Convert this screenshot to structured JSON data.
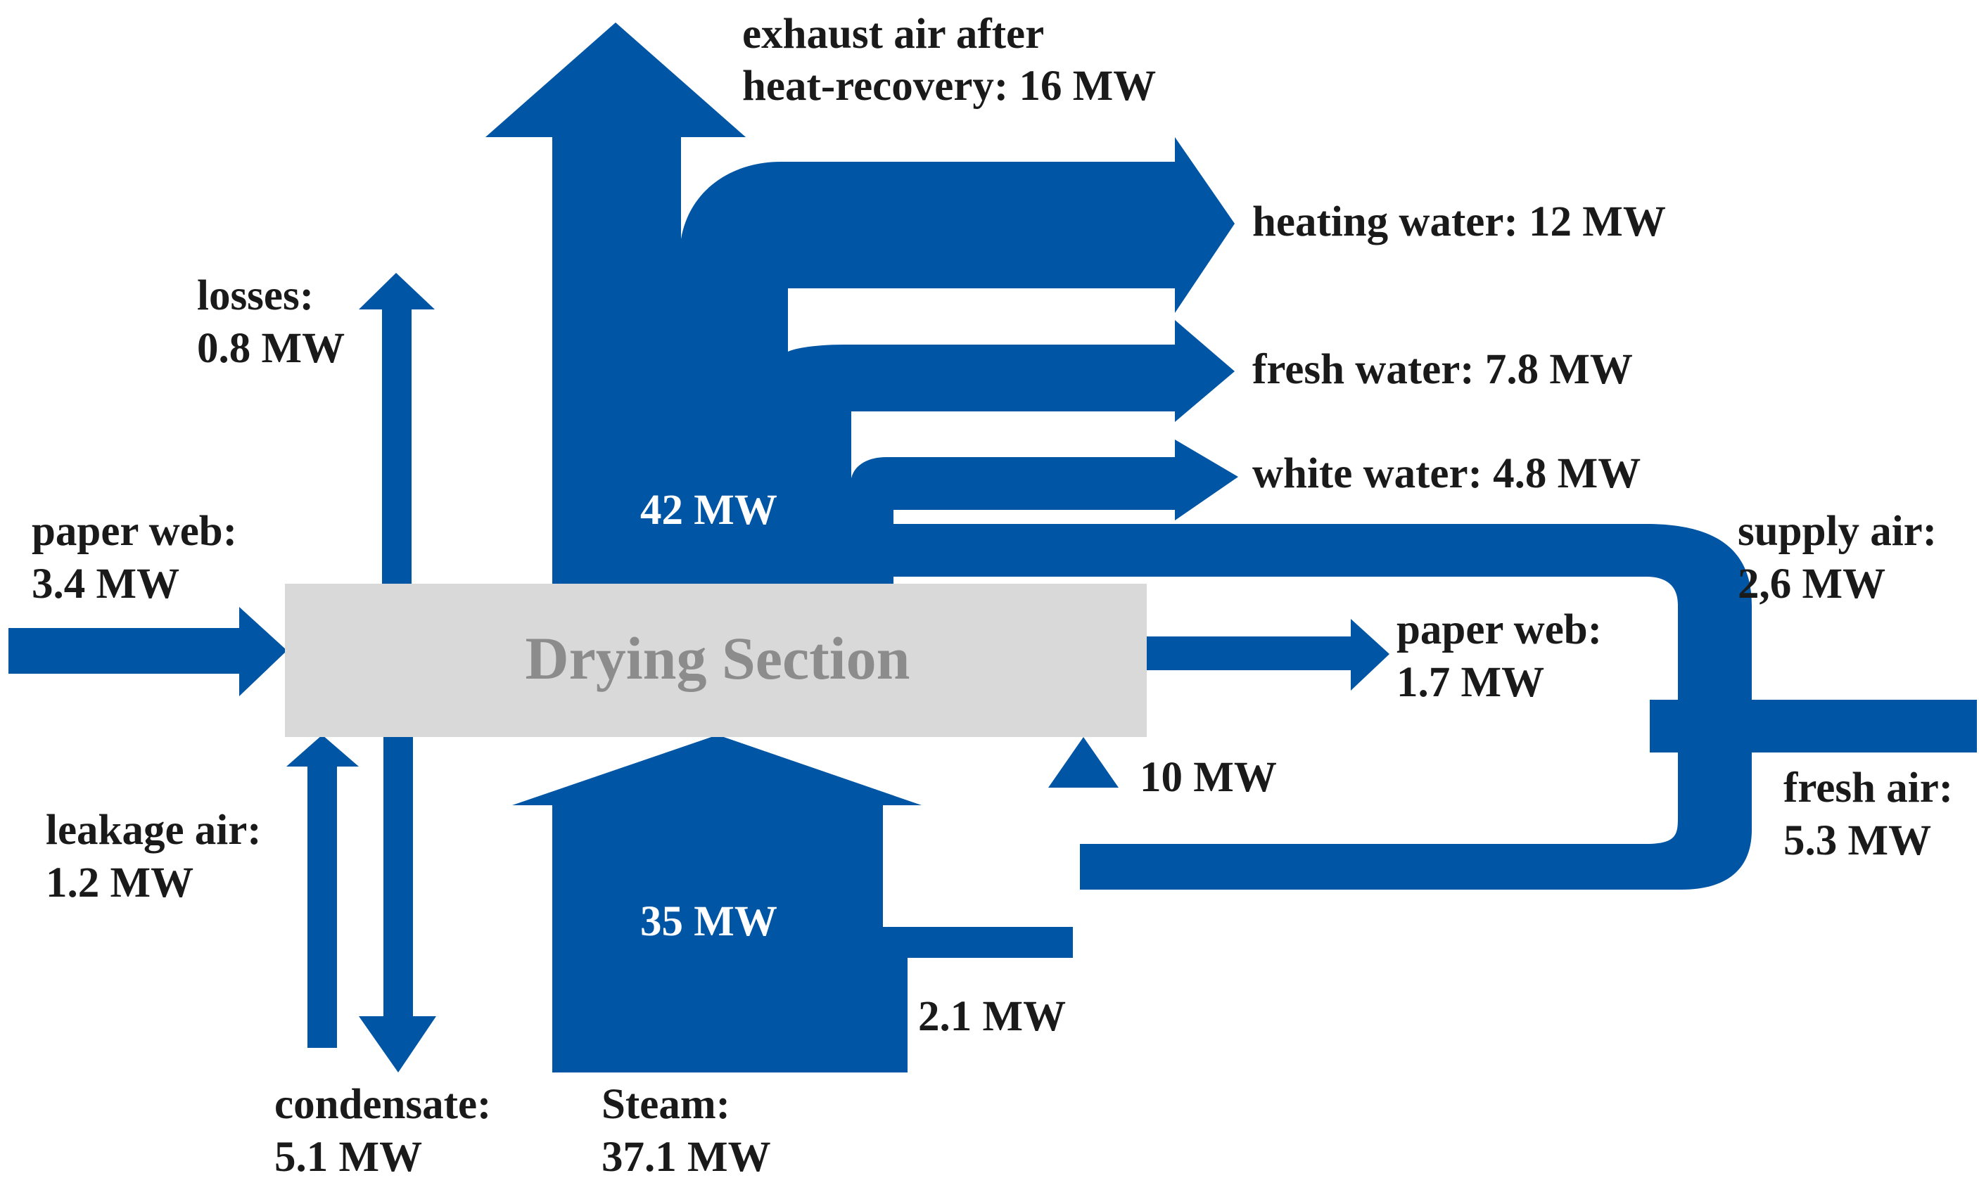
{
  "colors": {
    "flow": "#0055a5",
    "box": "#d9d9d9",
    "title_text": "#8c8c8c"
  },
  "section": {
    "title": "Drying Section"
  },
  "inputs": {
    "paper_web": {
      "line1": "paper web:",
      "line2": "3.4 MW"
    },
    "leakage_air": {
      "line1": "leakage air:",
      "line2": "1.2 MW"
    },
    "steam": {
      "line1": "Steam:",
      "line2": "37.1 MW"
    },
    "steam_main": "35 MW",
    "steam_branch": "2.1 MW",
    "fresh_air": {
      "line1": "fresh air:",
      "line2": "5.3 MW"
    },
    "air_return": "10 MW"
  },
  "outputs": {
    "losses": {
      "line1": "losses:",
      "line2": "0.8 MW"
    },
    "condensate": {
      "line1": "condensate:",
      "line2": "5.1 MW"
    },
    "exhaust_total": "42 MW",
    "exhaust_air": {
      "line1": "exhaust air after",
      "line2": "heat-recovery: 16 MW"
    },
    "heating_water": "heating water: 12 MW",
    "fresh_water": "fresh water: 7.8 MW",
    "white_water": "white water: 4.8 MW",
    "paper_web": {
      "line1": "paper web:",
      "line2": "1.7 MW"
    },
    "supply_air": {
      "line1": "supply air:",
      "line2": "2,6 MW"
    }
  }
}
